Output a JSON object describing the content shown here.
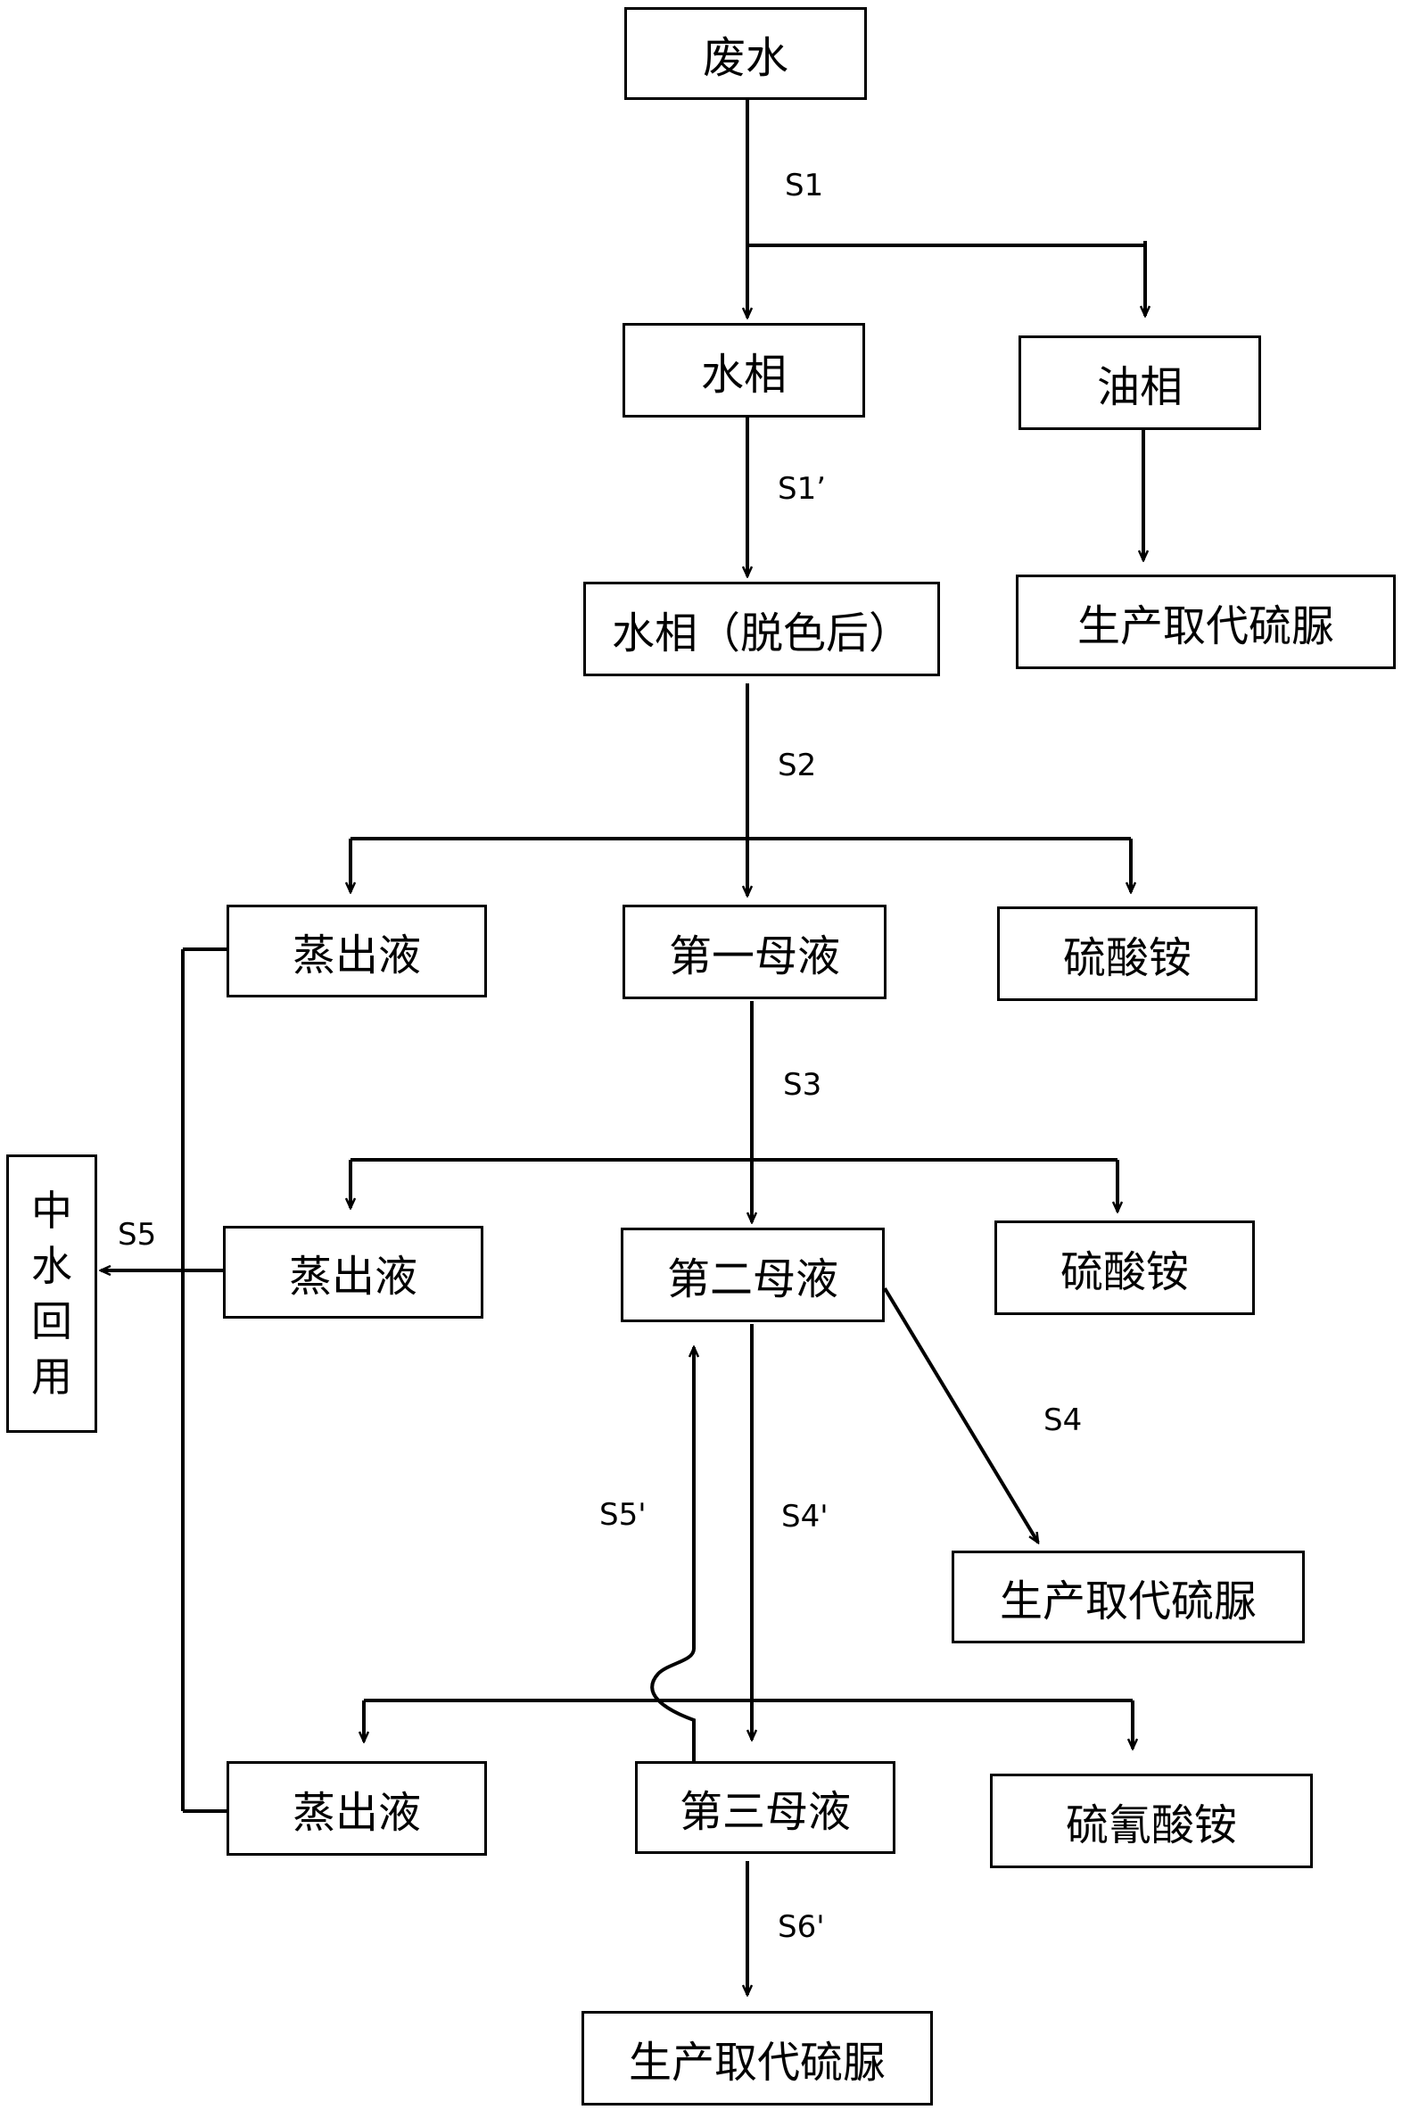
{
  "nodes": {
    "wastewater": "废水",
    "aqueous_phase": "水相",
    "oil_phase": "油相",
    "aqueous_decolorized": "水相（脱色后）",
    "product_thiourea_1": "生产取代硫脲",
    "distillate_1": "蒸出液",
    "first_mother_liquor": "第一母液",
    "ammonium_sulfate_1": "硫酸铵",
    "distillate_2": "蒸出液",
    "second_mother_liquor": "第二母液",
    "ammonium_sulfate_2": "硫酸铵",
    "product_thiourea_2": "生产取代硫脲",
    "distillate_3": "蒸出液",
    "third_mother_liquor": "第三母液",
    "ammonium_thiocyanate": "硫氰酸铵",
    "product_thiourea_3": "生产取代硫脲",
    "water_reuse": [
      "中",
      "水",
      "回",
      "用"
    ]
  },
  "steps": {
    "s1": "S1",
    "s1_prime": "S1’",
    "s2": "S2",
    "s3": "S3",
    "s4": "S4",
    "s4_prime": "S4'",
    "s5": "S5",
    "s5_prime": "S5'",
    "s6_prime": "S6'"
  },
  "colors": {
    "stroke": "#000000",
    "background": "#ffffff"
  }
}
